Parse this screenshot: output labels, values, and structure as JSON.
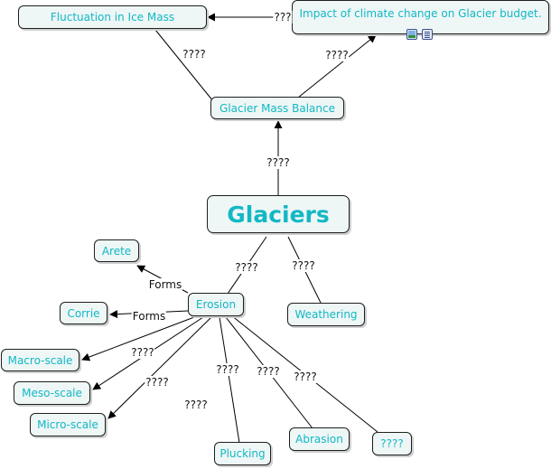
{
  "nodes": {
    "glaciers": "Glaciers",
    "mass_balance": "Glacier Mass Balance",
    "fluctuation": "Fluctuation in Ice Mass",
    "impact": "Impact of climate change on Glacier budget.",
    "erosion": "Erosion",
    "weathering": "Weathering",
    "arete": "Arete",
    "corrie": "Corrie",
    "macro": "Macro-scale",
    "meso": "Meso-scale",
    "micro": "Micro-scale",
    "plucking": "Plucking",
    "abrasion": "Abrasion",
    "unknown": "????"
  },
  "links": {
    "glaciers_to_mass_balance": "????",
    "mass_balance_to_fluctuation": "????",
    "mass_balance_to_impact": "????",
    "impact_to_fluctuation": "???",
    "glaciers_to_erosion": "????",
    "glaciers_to_weathering": "????",
    "erosion_to_arete": "Forms",
    "erosion_to_corrie": "Forms",
    "erosion_to_macro": "????",
    "erosion_to_meso": "????",
    "erosion_to_micro": "????",
    "erosion_to_plucking": "????",
    "erosion_to_abrasion": "????",
    "erosion_to_unknown": "????"
  },
  "icons": [
    "image-icon",
    "document-icon"
  ],
  "colors": {
    "node_text": "#12b8c4",
    "node_fill": "#eef6f6",
    "line": "#000000"
  }
}
